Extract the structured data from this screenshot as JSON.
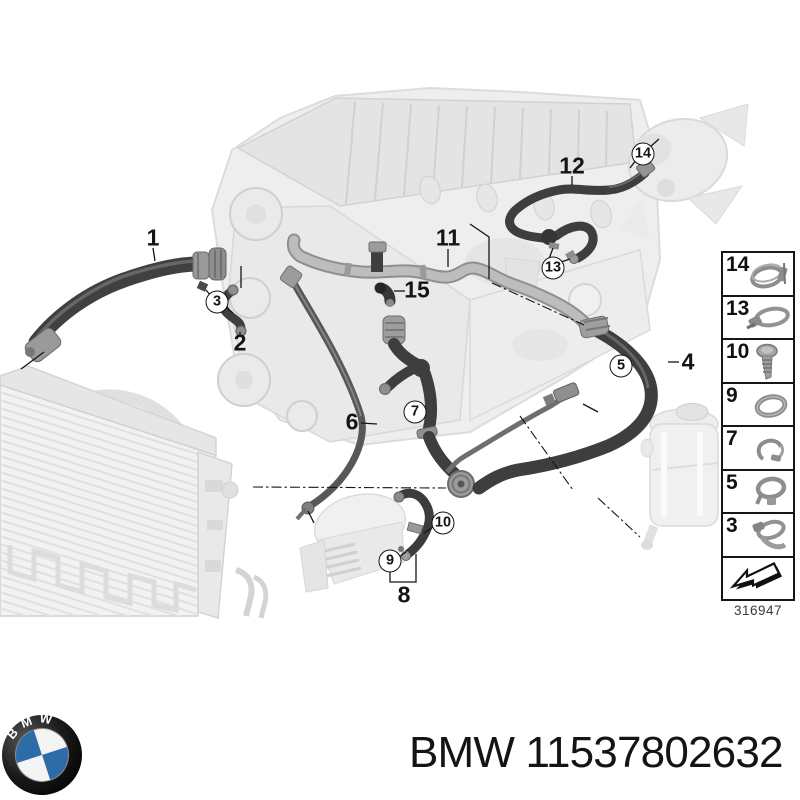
{
  "image": {
    "type": "parts-diagram",
    "background": "#ffffff"
  },
  "callouts": {
    "plain": [
      {
        "label": "1"
      },
      {
        "label": "2"
      },
      {
        "label": "4"
      },
      {
        "label": "6"
      },
      {
        "label": "8"
      },
      {
        "label": "11"
      },
      {
        "label": "12"
      },
      {
        "label": "15"
      }
    ],
    "circled": [
      {
        "label": "3"
      },
      {
        "label": "5"
      },
      {
        "label": "7"
      },
      {
        "label": "9"
      },
      {
        "label": "10"
      },
      {
        "label": "13"
      },
      {
        "label": "14"
      }
    ]
  },
  "legend": {
    "drawing_number": "316947",
    "items": [
      {
        "label": "14",
        "icon": "hose-clamp-icon"
      },
      {
        "label": "13",
        "icon": "worm-drive-clamp-icon"
      },
      {
        "label": "10",
        "icon": "screw-icon"
      },
      {
        "label": "9",
        "icon": "o-ring-icon"
      },
      {
        "label": "7",
        "icon": "holder-clip-icon"
      },
      {
        "label": "5",
        "icon": "profile-clamp-icon"
      },
      {
        "label": "3",
        "icon": "band-clamp-icon"
      }
    ]
  },
  "footer": {
    "logo_letters": "BMW",
    "part_label": "BMW 11537802632"
  },
  "colors": {
    "hose_dark": "#3e3e3e",
    "hose_light": "#b5b5b5",
    "faint_part": "#ececec",
    "line": "#161616",
    "logo_blue": "#2e6ca8"
  }
}
